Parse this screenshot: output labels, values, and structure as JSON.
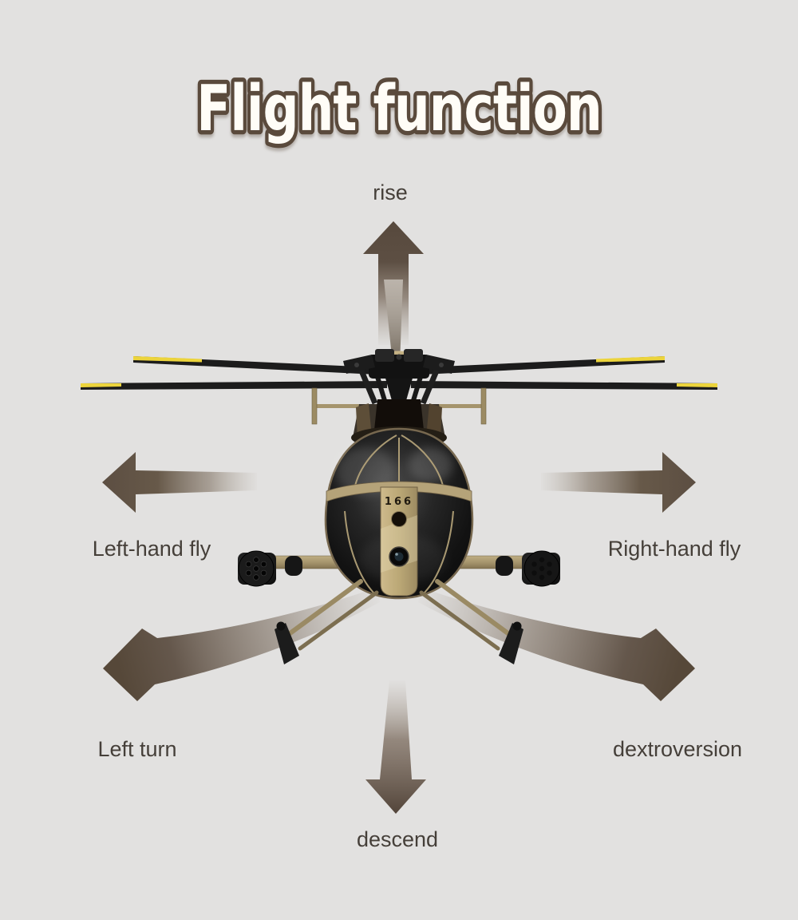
{
  "title": "Flight function",
  "annotations": {
    "rise": "rise",
    "descend": "descend",
    "left_hand_fly": "Left-hand fly",
    "right_hand_fly": "Right-hand fly",
    "left_turn": "Left turn",
    "dextroversion": "dextroversion"
  },
  "helicopter": {
    "nose_number": "166"
  },
  "colors": {
    "background": "#e2e1e0",
    "arrow_brown": "#584a3e",
    "label_text": "#453f39",
    "title_fill": "#fffdf7",
    "title_outline": "#5a4a3c",
    "blade_tip_yellow": "#ecd43c",
    "trim_tan": "#b3a179",
    "canopy_black": "#121212"
  }
}
